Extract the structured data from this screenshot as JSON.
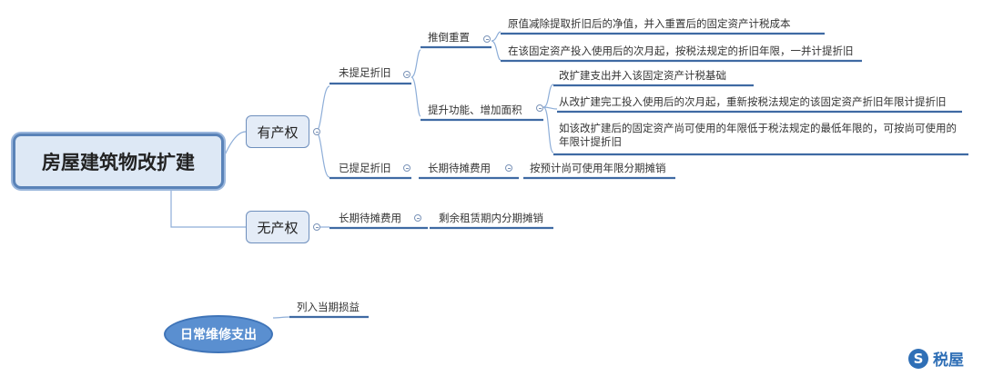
{
  "root": {
    "label": "房屋建筑物改扩建"
  },
  "branches": {
    "ownership": {
      "label": "有产权",
      "undepreciated": {
        "label": "未提足折旧",
        "demolish_rebuild": {
          "label": "推倒重置",
          "items": [
            "原值减除提取折旧后的净值，并入重置后的固定资产计税成本",
            "在该固定资产投入使用后的次月起，按税法规定的折旧年限，一并计提折旧"
          ]
        },
        "upgrade": {
          "label": "提升功能、增加面积",
          "items": [
            "改扩建支出并入该固定资产计税基础",
            "从改扩建完工投入使用后的次月起，重新按税法规定的该固定资产折旧年限计提折旧",
            "如该改扩建后的固定资产尚可使用的年限低于税法规定的最低年限的，可按尚可使用的年限计提折旧"
          ]
        }
      },
      "depreciated": {
        "label": "已提足折旧",
        "child": {
          "label": "长期待摊费用",
          "item": "按预计尚可使用年限分期摊销"
        }
      }
    },
    "no_ownership": {
      "label": "无产权",
      "child": {
        "label": "长期待摊费用",
        "item": "剩余租赁期内分期摊销"
      }
    }
  },
  "daily_repair": {
    "label": "日常维修支出",
    "item": "列入当期损益"
  },
  "logo": {
    "mark": "S",
    "text": "税屋"
  },
  "colors": {
    "accent": "#5a83b8",
    "branch_fill": "#e4ecf7",
    "root_fill": "#dde8f5",
    "ellipse_fill": "#5a8fd0",
    "logo": "#2f6fb6"
  }
}
